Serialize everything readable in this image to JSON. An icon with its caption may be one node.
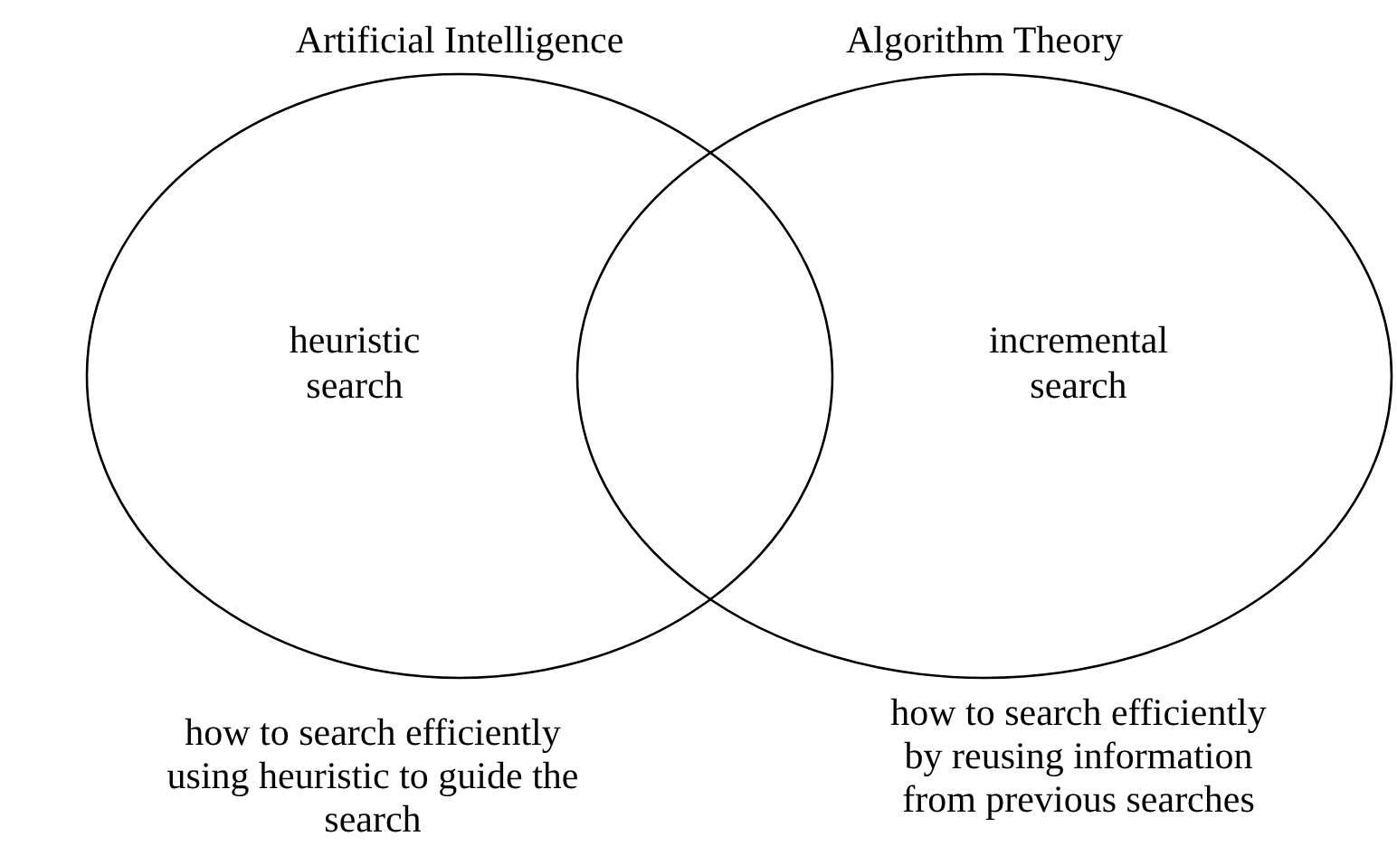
{
  "diagram": {
    "nodes": [
      {
        "text": [
          "Artificial Intelligence",
          "heuristic search"
        ],
        "beside": [
          "how to search efficiently using heuristic to guide the search"
        ]
      },
      {
        "text": [
          "Algorithm Theory",
          "incremental search"
        ],
        "beside": [
          "how to search efficiently by reusing information from previous searches"
        ]
      }
    ]
  }
}
